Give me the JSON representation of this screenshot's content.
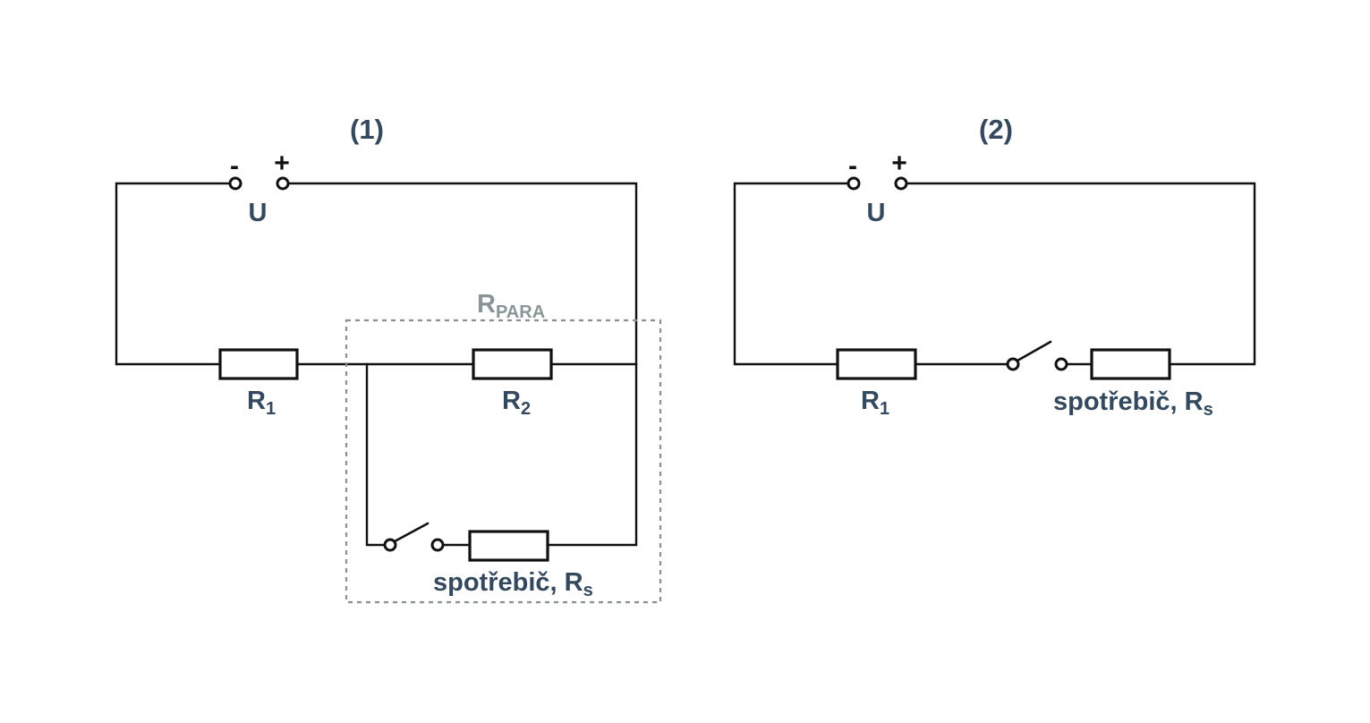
{
  "colors": {
    "label": "#34495e",
    "wire": "#111111",
    "para_group": "#8a9596",
    "background": "#ffffff"
  },
  "circuit1": {
    "heading": "(1)",
    "source": {
      "minus": "-",
      "plus": "+",
      "label": "U"
    },
    "r1": {
      "main": "R",
      "sub": "1"
    },
    "r2": {
      "main": "R",
      "sub": "2"
    },
    "para": {
      "main": "R",
      "sub": "PARA"
    },
    "appliance": {
      "main": "spotřebič, R",
      "sub": "s"
    },
    "switch_state": "open"
  },
  "circuit2": {
    "heading": "(2)",
    "source": {
      "minus": "-",
      "plus": "+",
      "label": "U"
    },
    "r1": {
      "main": "R",
      "sub": "1"
    },
    "appliance": {
      "main": "spotřebič, R",
      "sub": "s"
    },
    "switch_state": "open"
  }
}
